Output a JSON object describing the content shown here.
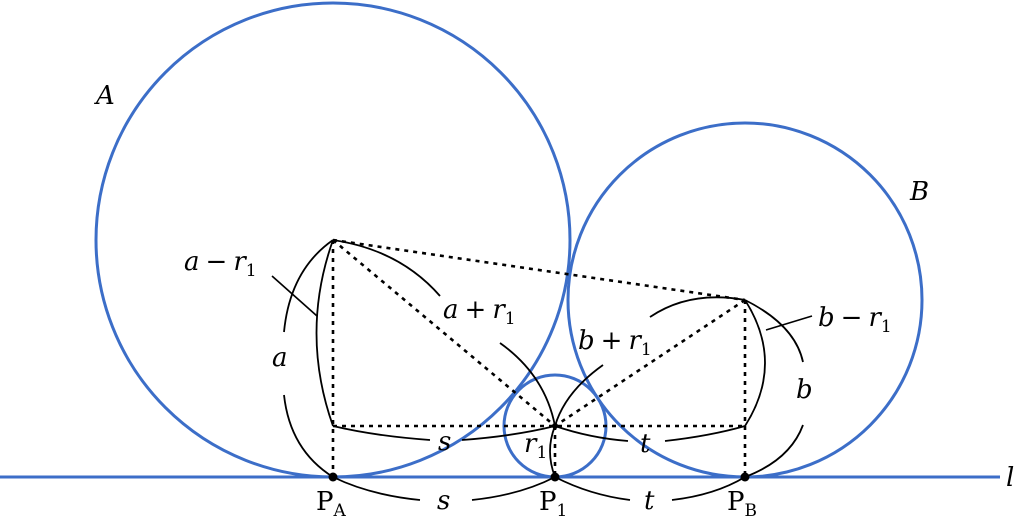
{
  "labels": {
    "circle_A": "A",
    "circle_B": "B",
    "line_l": "l",
    "a": "a",
    "b": "b",
    "s_upper": "s",
    "t_upper": "t",
    "s_lower": "s",
    "t_lower": "t",
    "r1": "r",
    "r1_sub": "1",
    "a_minus_r1": {
      "var": "a",
      "op": "−",
      "r": "r",
      "sub": "1"
    },
    "a_plus_r1": {
      "var": "a",
      "op": "+",
      "r": "r",
      "sub": "1"
    },
    "b_plus_r1": {
      "var": "b",
      "op": "+",
      "r": "r",
      "sub": "1"
    },
    "b_minus_r1": {
      "var": "b",
      "op": "−",
      "r": "r",
      "sub": "1"
    },
    "PA": {
      "main": "P",
      "sub": "A"
    },
    "P1": {
      "main": "P",
      "sub": "1"
    },
    "PB": {
      "main": "P",
      "sub": "B"
    }
  },
  "colors": {
    "circle": "#3c6ec8",
    "ink": "#000000"
  }
}
